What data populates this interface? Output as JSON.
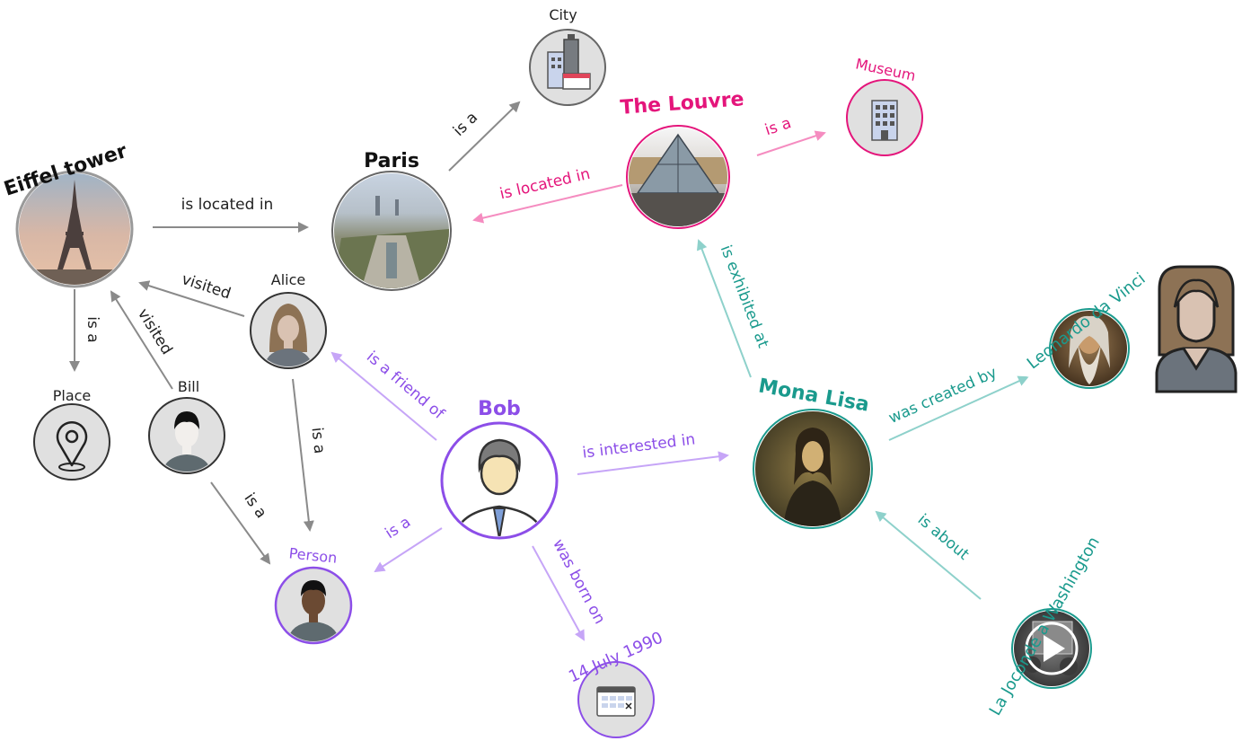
{
  "colors": {
    "gray": "#8a8a8a",
    "gray_text": "#222222",
    "pink": "#e4157b",
    "pink_edge": "#f58cc0",
    "purple": "#8c4ee8",
    "purple_edge": "#c6a5f7",
    "teal": "#1a9a8d",
    "teal_edge": "#8ed1cb"
  },
  "nodes": {
    "eiffel": {
      "label": "Eiffel tower",
      "icon": "eiffel-photo"
    },
    "paris": {
      "label": "Paris",
      "icon": "paris-photo"
    },
    "city": {
      "label": "City",
      "icon": "city-buildings-icon"
    },
    "louvre": {
      "label": "The Louvre",
      "icon": "louvre-photo"
    },
    "museum": {
      "label": "Museum",
      "icon": "building-icon"
    },
    "alice": {
      "label": "Alice",
      "icon": "woman-avatar-icon"
    },
    "bill": {
      "label": "Bill",
      "icon": "man-avatar-icon"
    },
    "place": {
      "label": "Place",
      "icon": "map-pin-icon"
    },
    "bob": {
      "label": "Bob",
      "icon": "businessman-avatar-icon"
    },
    "person": {
      "label": "Person",
      "icon": "person-avatar-icon"
    },
    "date": {
      "label": "14 July 1990",
      "icon": "calendar-icon"
    },
    "mona": {
      "label": "Mona Lisa",
      "icon": "mona-lisa-photo"
    },
    "leonardo": {
      "label": "Leonardo da Vinci",
      "icon": "leonardo-portrait-photo"
    },
    "joconde": {
      "label": "La Joconde a Washington",
      "icon": "video-play-icon"
    },
    "avatar_big": {
      "icon": "woman-avatar-large-icon"
    }
  },
  "edges": {
    "eiffel_paris": "is located in",
    "paris_city": "is a",
    "louvre_paris": "is located in",
    "louvre_museum": "is a",
    "alice_eiffel": "visited",
    "bill_eiffel": "visited",
    "eiffel_place": "is a",
    "alice_person": "is a",
    "bill_person": "is a",
    "bob_alice": "is a friend of",
    "bob_person": "is a",
    "bob_mona": "is interested in",
    "bob_date": "was born on",
    "mona_louvre": "is exhibited at",
    "mona_leonardo": "was created by",
    "joconde_mona": "is about"
  }
}
